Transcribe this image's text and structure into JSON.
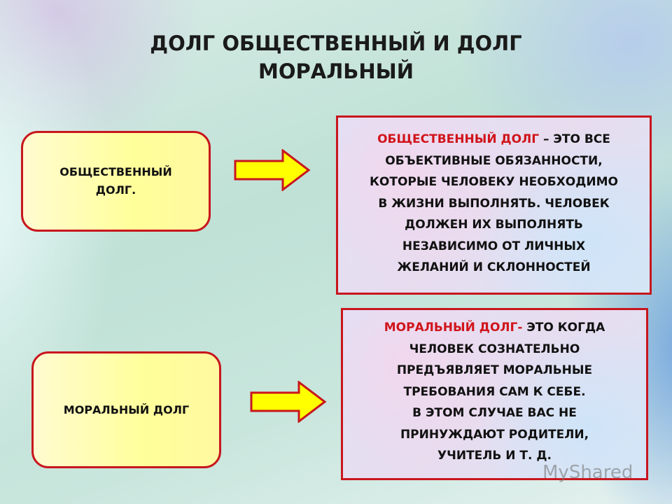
{
  "title": {
    "line1": "ДОЛГ  ОБЩЕСТВЕННЫЙ И ДОЛГ",
    "line2": "МОРАЛЬНЫЙ"
  },
  "left_boxes": [
    {
      "line1": "ОБЩЕСТВЕННЫЙ",
      "line2": "ДОЛГ."
    },
    {
      "line1": "МОРАЛЬНЫЙ ДОЛГ"
    }
  ],
  "definitions": [
    {
      "term": "ОБЩЕСТВЕННЫЙ  ДОЛГ",
      "lines": [
        "– ЭТО ВСЕ",
        "ОБЪЕКТИВНЫЕ ОБЯЗАННОСТИ,",
        "КОТОРЫЕ ЧЕЛОВЕКУ НЕОБХОДИМО",
        "В ЖИЗНИ ВЫПОЛНЯТЬ. ЧЕЛОВЕК",
        "ДОЛЖЕН ИХ ВЫПОЛНЯТЬ",
        "НЕЗАВИСИМО ОТ  ЛИЧНЫХ",
        "ЖЕЛАНИЙ  И СКЛОННОСТЕЙ"
      ]
    },
    {
      "term": "МОРАЛЬНЫЙ ДОЛГ-",
      "lines": [
        " ЭТО КОГДА",
        "ЧЕЛОВЕК  СОЗНАТЕЛЬНО",
        "ПРЕДЪЯВЛЯЕТ  МОРАЛЬНЫЕ",
        "ТРЕБОВАНИЯ САМ К СЕБЕ.",
        "В ЭТОМ  СЛУЧАЕ  ВАС НЕ",
        "ПРИНУЖДАЮТ РОДИТЕЛИ,",
        "УЧИТЕЛЬ И Т. Д."
      ]
    }
  ],
  "watermark": "MyShared",
  "colors": {
    "accent_red": "#d0141b",
    "box_yellow": "#ffff9a",
    "arrow_yellow": "#ffff00"
  }
}
